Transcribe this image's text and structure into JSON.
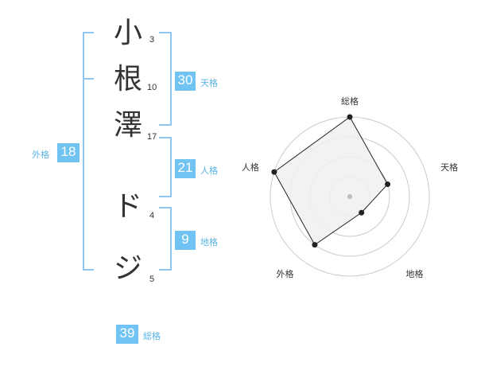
{
  "name": {
    "chars": [
      {
        "char": "小",
        "strokes": "3"
      },
      {
        "char": "根",
        "strokes": "10"
      },
      {
        "char": "澤",
        "strokes": "17"
      },
      {
        "char": "ド",
        "strokes": "4"
      },
      {
        "char": "ジ",
        "strokes": "5"
      }
    ]
  },
  "fortunes": {
    "tenkaku": {
      "value": "30",
      "label": "天格"
    },
    "jinkaku": {
      "value": "21",
      "label": "人格"
    },
    "chikaku": {
      "value": "9",
      "label": "地格"
    },
    "gaikaku": {
      "value": "18",
      "label": "外格"
    },
    "soukaku": {
      "value": "39",
      "label": "総格"
    }
  },
  "radar": {
    "axes": [
      "総格",
      "天格",
      "地格",
      "外格",
      "人格"
    ],
    "levels": 4,
    "values": [
      4,
      2,
      1,
      3,
      4
    ],
    "max": 4,
    "colors": {
      "fill": "#f0f0f0",
      "line": "#222222",
      "grid": "#cccccc",
      "point": "#222222",
      "center": "#bbbbbb"
    }
  },
  "accent_color": "#70c3f2"
}
